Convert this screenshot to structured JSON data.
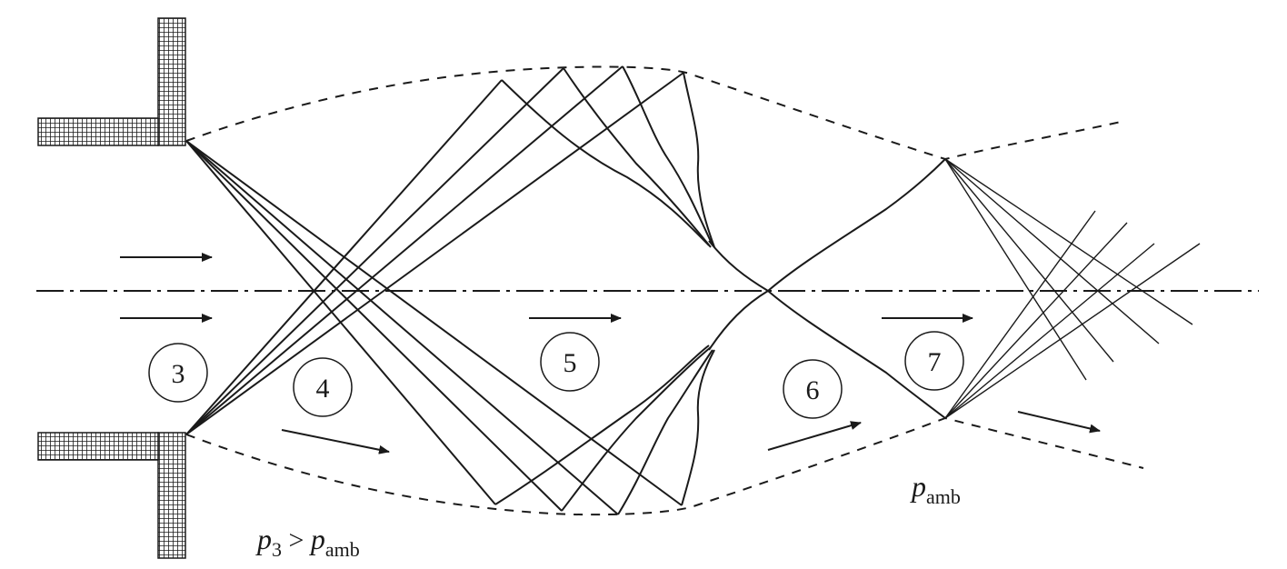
{
  "zones": [
    {
      "label": "3"
    },
    {
      "label": "4"
    },
    {
      "label": "5"
    },
    {
      "label": "6"
    },
    {
      "label": "7"
    }
  ],
  "labels": {
    "pressure_condition": {
      "p": "p",
      "sub3": "3",
      "relation": " > ",
      "p2": "p",
      "sub_amb": "amb"
    },
    "ambient_pressure": {
      "p": "p",
      "sub": "amb"
    }
  },
  "colors": {
    "ink": "#1a1a1a",
    "background": "#ffffff"
  }
}
